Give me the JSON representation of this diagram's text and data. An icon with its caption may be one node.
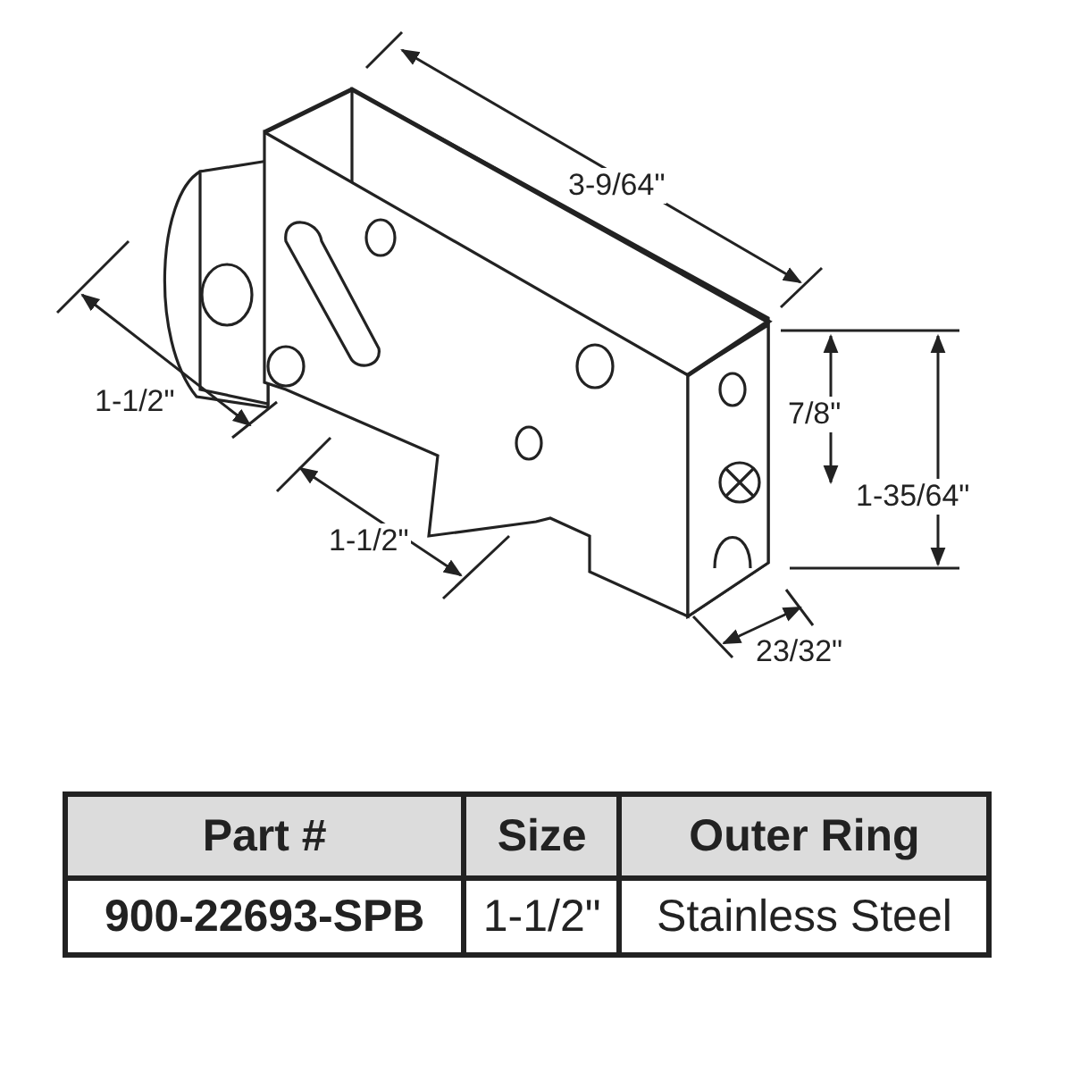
{
  "diagram": {
    "labels": [
      "3-9/64\"",
      "1-1/2\"",
      "7/8\"",
      "1-35/64\"",
      "1-1/2\"",
      "23/32\"",
      "Part #",
      "Size",
      "Outer Ring",
      "900-22693-SPB",
      "1-1/2\"",
      "Stainless Steel"
    ]
  }
}
